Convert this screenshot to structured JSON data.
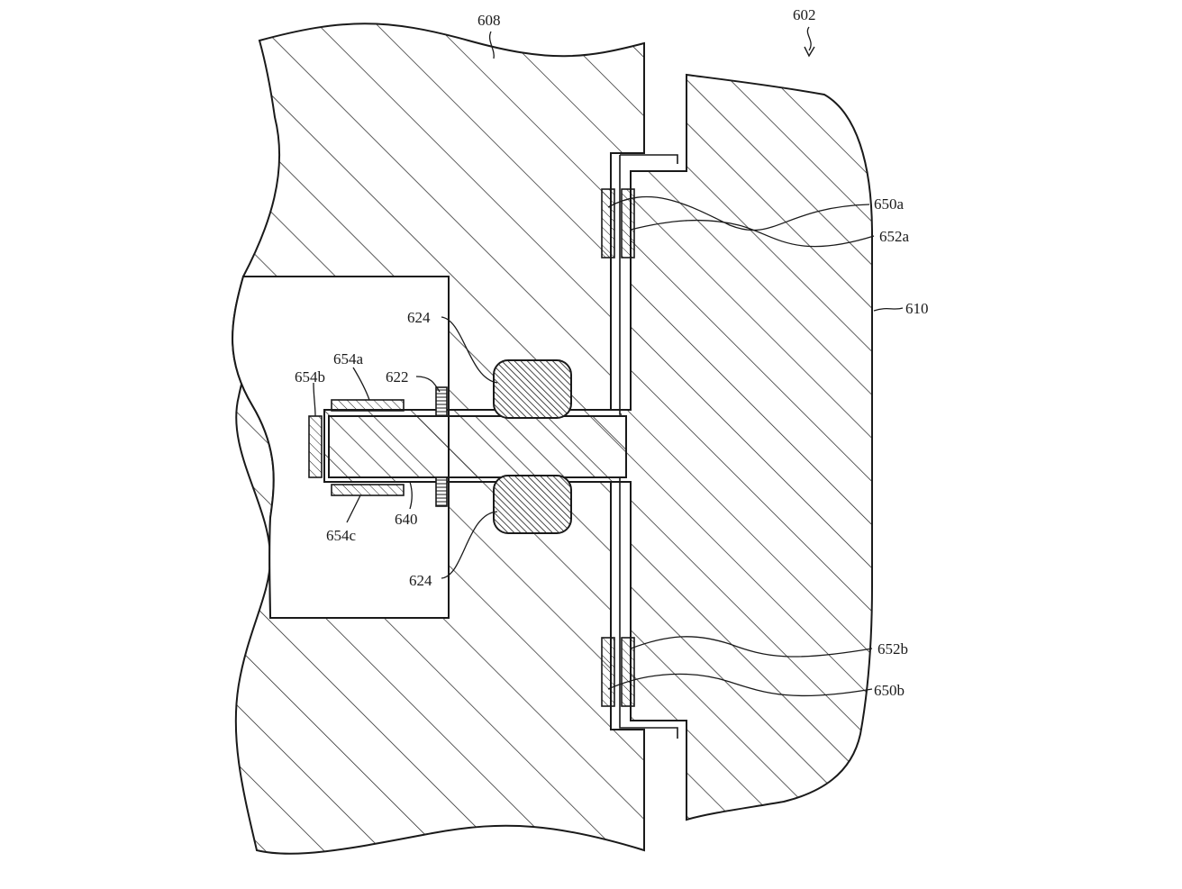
{
  "figure": {
    "reference_numerals": {
      "assembly": "602",
      "housing": "608",
      "crown": "610",
      "shaft": "640",
      "retainer": "622",
      "seal_upper": "624",
      "seal_lower": "624",
      "sensor_650a": "650a",
      "sensor_652a": "652a",
      "sensor_652b": "652b",
      "sensor_650b": "650b",
      "sensor_654a": "654a",
      "sensor_654b": "654b",
      "sensor_654c": "654c"
    }
  },
  "colors": {
    "line": "#1a1a1a",
    "background": "#ffffff",
    "hatch": "#1a1a1a",
    "seal_fill": "#555555"
  }
}
